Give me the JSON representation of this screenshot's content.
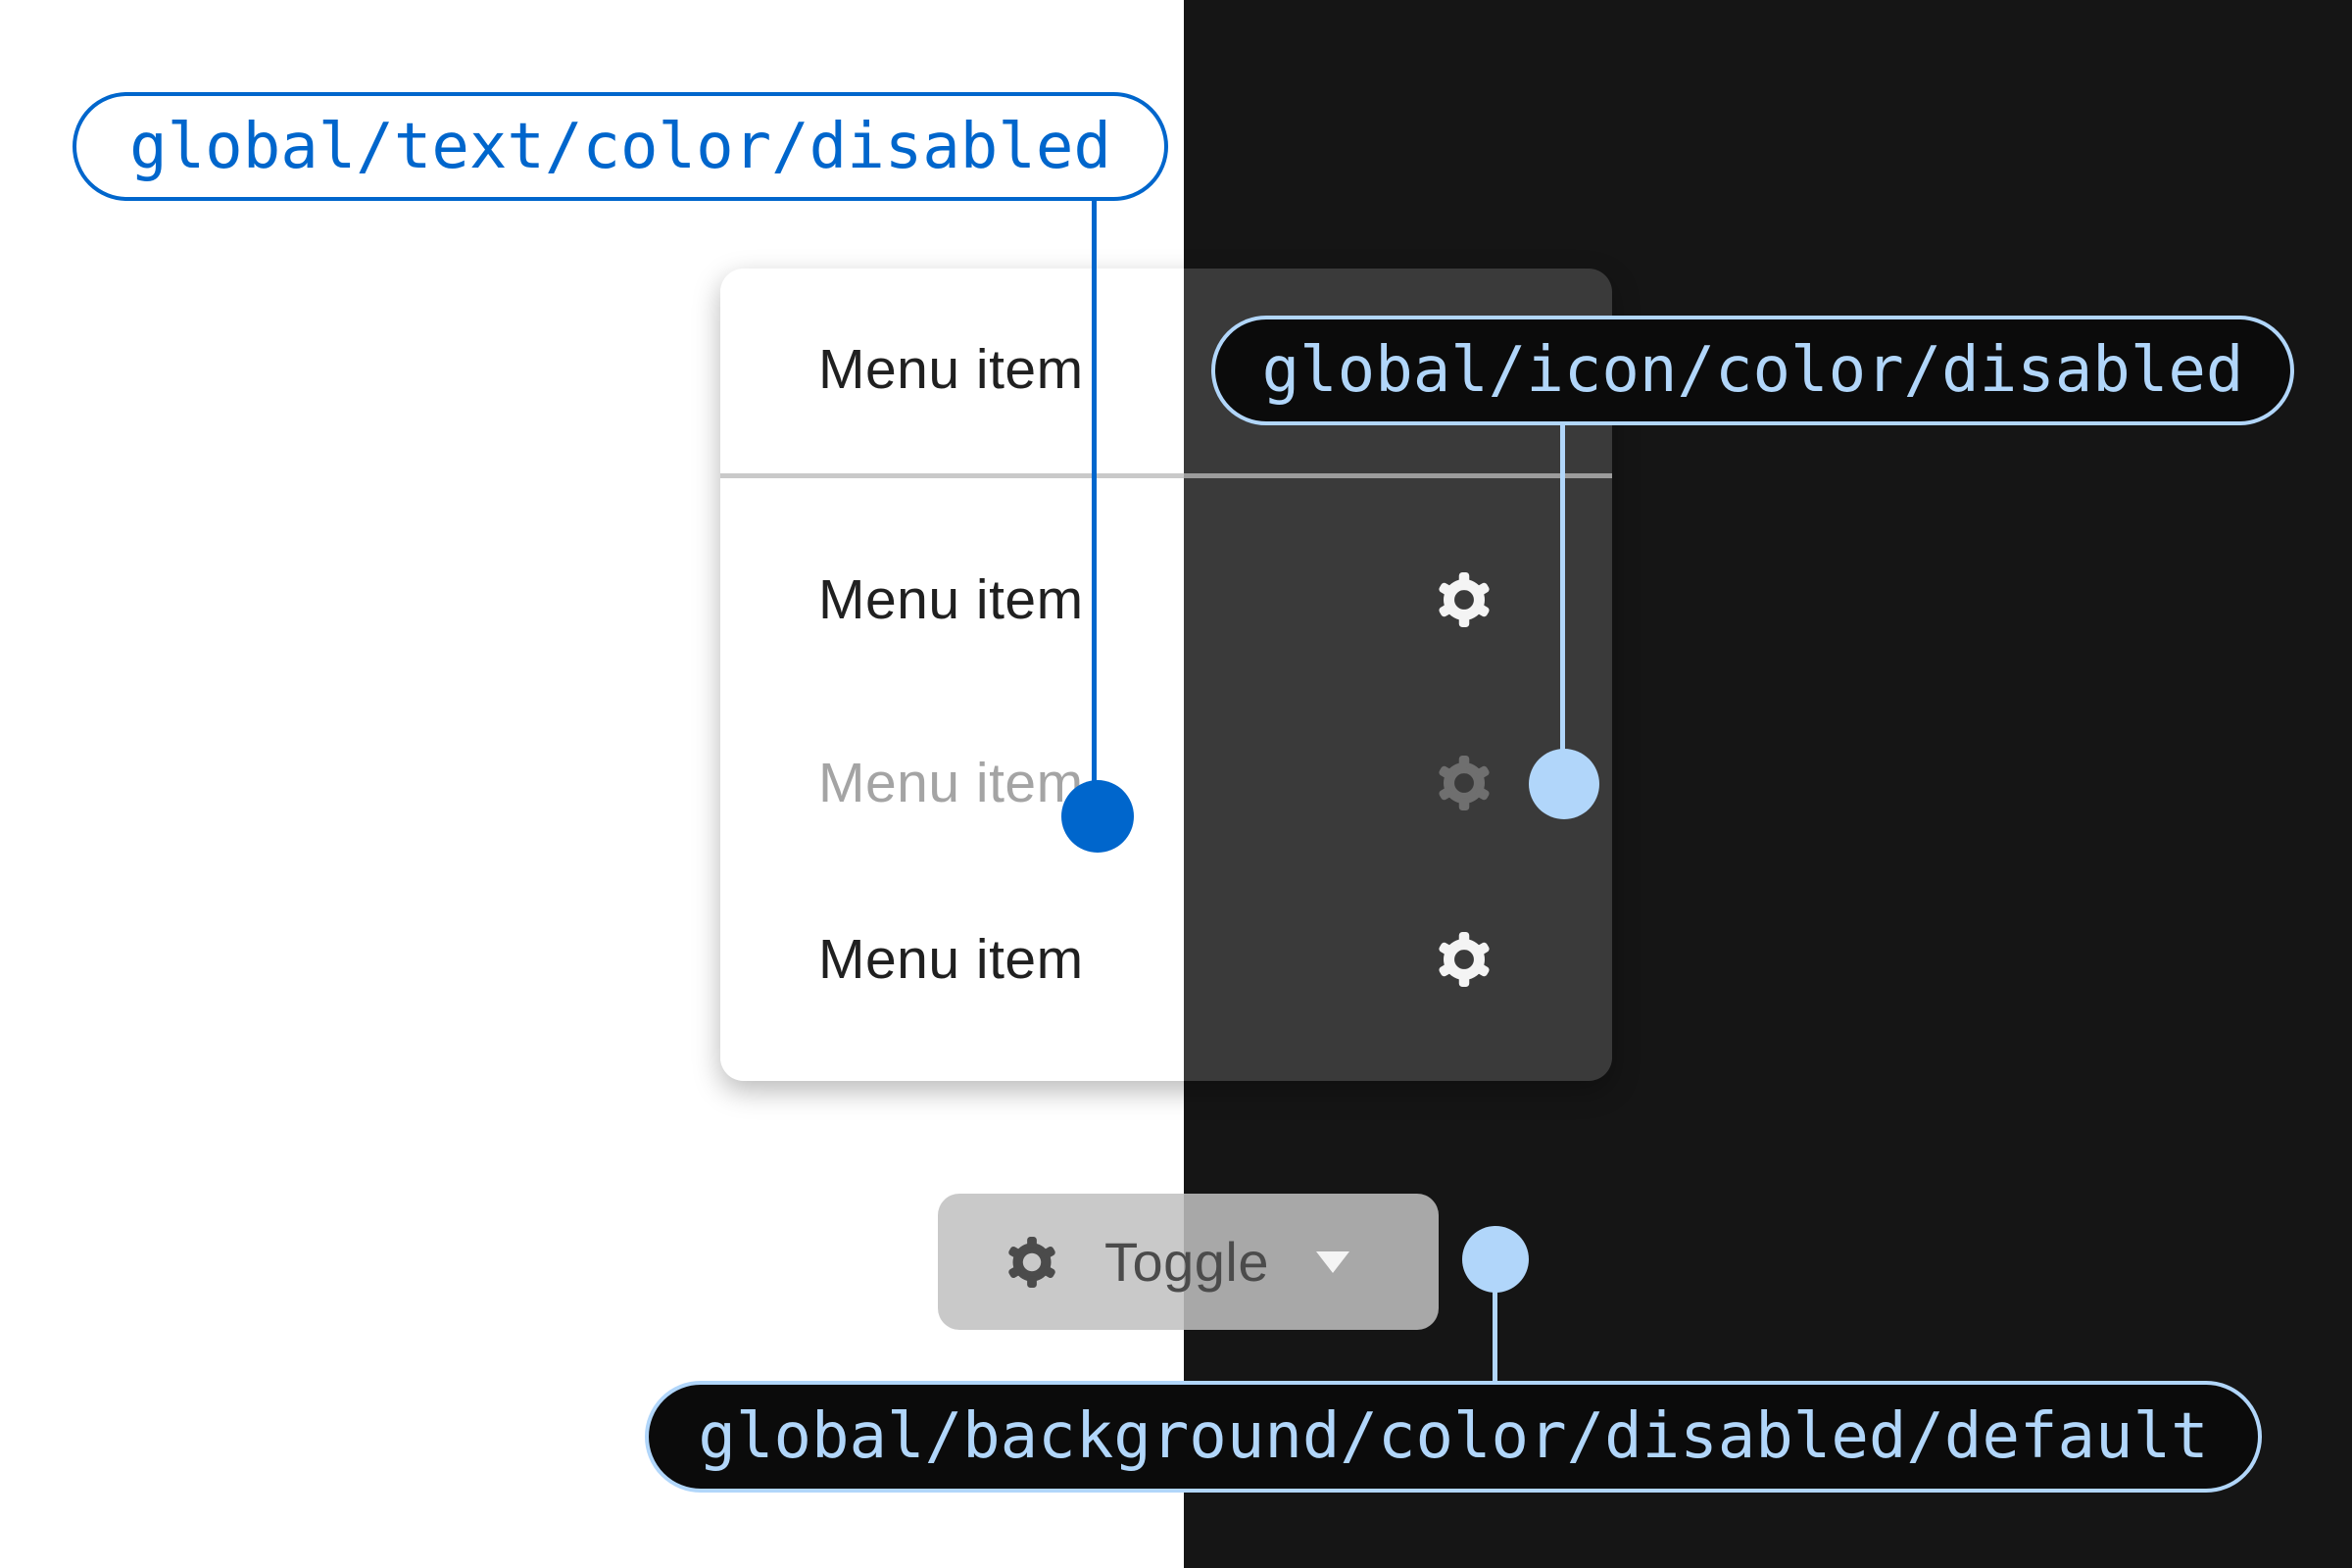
{
  "theme": {
    "colors": {
      "page_light": "#ffffff",
      "page_dark": "#151515",
      "panel_light": "#ffffff",
      "panel_dark": "#3a3a3a",
      "accent_blue": "#0066cc",
      "accent_light_blue": "#b1d6fa",
      "menu_text": "#202020",
      "disabled_text": "#a4a4a4",
      "icon_light": "#f4f4f4",
      "icon_disabled": "#6f6f6f",
      "divider_light": "#c9c9c9",
      "divider_dark": "#9c9c9c",
      "disabled_bg_light": "#c9c9c9",
      "disabled_bg_dark": "#a8a8a8",
      "disabled_content": "#4b4b4b",
      "caret_color": "#f4f4f4",
      "pill_dark_bg": "#0b0b0b"
    }
  },
  "callouts": {
    "text_token": "global/text/color/disabled",
    "icon_token": "global/icon/color/disabled",
    "background_token": "global/background/color/disabled/default"
  },
  "menu": {
    "items": [
      {
        "label": "Menu item",
        "state": "enabled",
        "icon": null
      },
      {
        "label": "Menu item",
        "state": "enabled",
        "icon": "gear-icon"
      },
      {
        "label": "Menu item",
        "state": "disabled",
        "icon": "gear-icon"
      },
      {
        "label": "Menu item",
        "state": "enabled",
        "icon": "gear-icon"
      }
    ]
  },
  "toggle_button": {
    "label": "Toggle",
    "state": "disabled",
    "icon": "gear-icon",
    "caret": "caret-down-icon"
  }
}
